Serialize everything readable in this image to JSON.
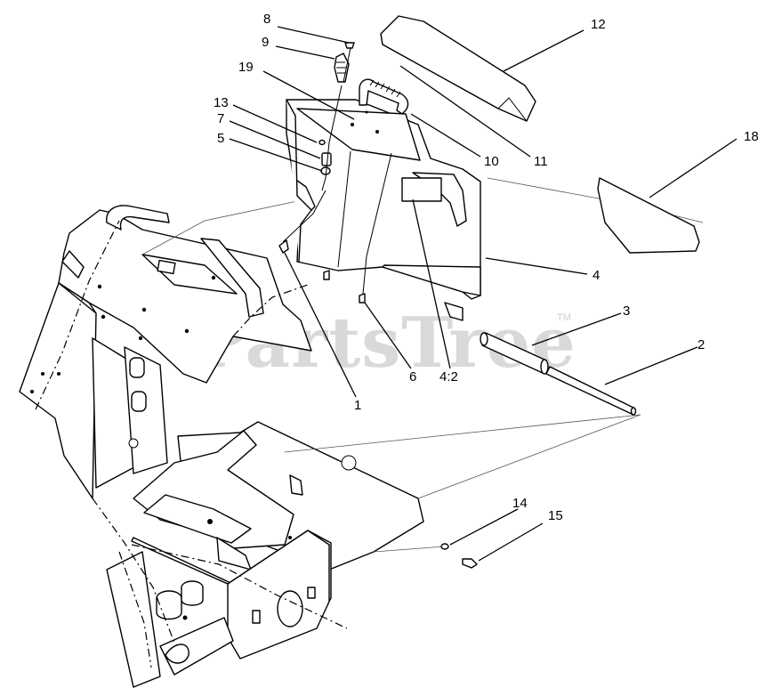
{
  "watermark": {
    "text": "PartsTree",
    "trademark": "TM"
  },
  "callouts": [
    {
      "id": "c8",
      "label": "8"
    },
    {
      "id": "c9",
      "label": "9"
    },
    {
      "id": "c19",
      "label": "19"
    },
    {
      "id": "c13",
      "label": "13"
    },
    {
      "id": "c7",
      "label": "7"
    },
    {
      "id": "c5",
      "label": "5"
    },
    {
      "id": "c12",
      "label": "12"
    },
    {
      "id": "c10",
      "label": "10"
    },
    {
      "id": "c11",
      "label": "11"
    },
    {
      "id": "c18",
      "label": "18"
    },
    {
      "id": "c4",
      "label": "4"
    },
    {
      "id": "c3",
      "label": "3"
    },
    {
      "id": "c2",
      "label": "2"
    },
    {
      "id": "c1",
      "label": "1"
    },
    {
      "id": "c6",
      "label": "6"
    },
    {
      "id": "c42",
      "label": "4:2"
    },
    {
      "id": "c14",
      "label": "14"
    },
    {
      "id": "c15",
      "label": "15"
    }
  ]
}
